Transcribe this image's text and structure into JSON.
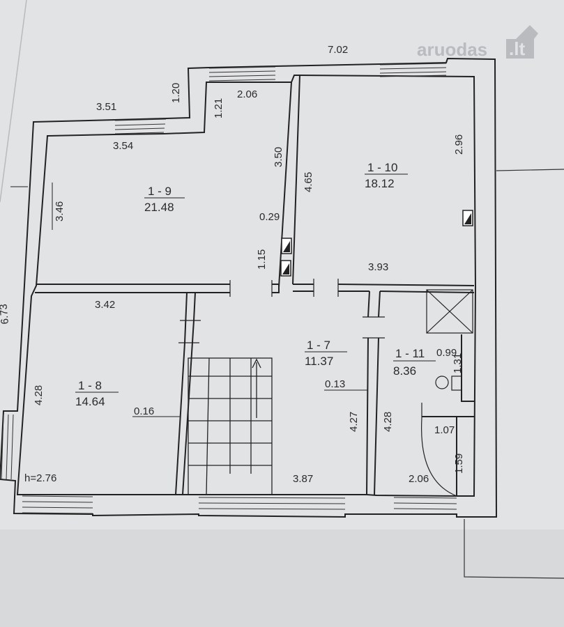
{
  "watermark": {
    "text": "aruodas",
    "suffix": ".lt"
  },
  "rooms": [
    {
      "id": "1-9",
      "label": "1 - 9",
      "area": "21.48"
    },
    {
      "id": "1-10",
      "label": "1 - 10",
      "area": "18.12"
    },
    {
      "id": "1-8",
      "label": "1 - 8",
      "area": "14.64"
    },
    {
      "id": "1-7",
      "label": "1 - 7",
      "area": "11.37"
    },
    {
      "id": "1-11",
      "label": "1 - 11",
      "area": "8.36"
    }
  ],
  "dimensions": {
    "top_total": "7.02",
    "left_top": "3.51",
    "notch_height": "1.20",
    "notch_inner": "1.21",
    "width_206_top": "2.06",
    "r9_width": "3.54",
    "r9_height_left": "3.46",
    "r9_height_right": "3.50",
    "r10_height_left": "4.65",
    "r10_height_right": "2.96",
    "wall_029": "0.29",
    "wall_115": "1.15",
    "r10_width": "3.93",
    "r8_width": "3.42",
    "r8_height": "4.28",
    "wall_016": "0.16",
    "ceiling_height": "h=2.76",
    "wall_013": "0.13",
    "r7_height": "4.27",
    "r7_width": "3.87",
    "r11_height": "4.28",
    "bath_099": "0.99",
    "bath_131": "1.31",
    "closet_107": "1.07",
    "closet_159": "1.59",
    "r11_width": "2.06",
    "left_side_cut": "6.73"
  }
}
